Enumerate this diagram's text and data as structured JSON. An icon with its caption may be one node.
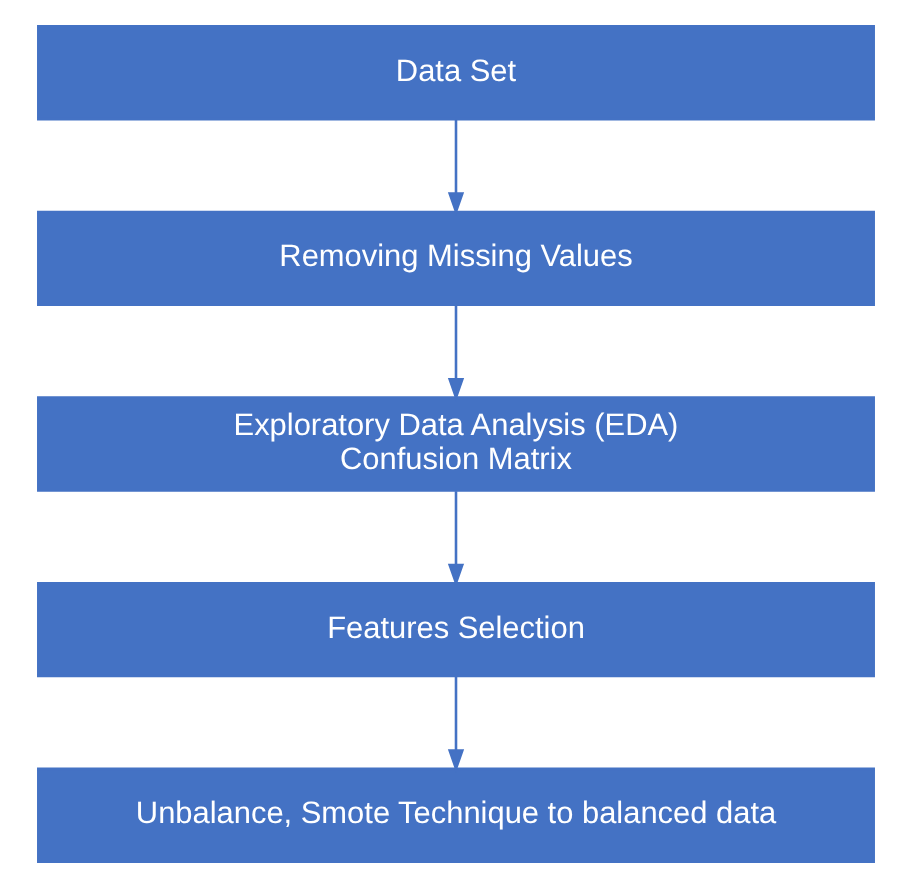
{
  "diagram": {
    "nodes": [
      {
        "text": [
          "Data Set"
        ]
      },
      {
        "text": [
          "Removing Missing Values"
        ]
      },
      {
        "text": [
          "Exploratory Data Analysis (EDA)",
          "Confusion Matrix"
        ]
      },
      {
        "text": [
          "Features Selection"
        ]
      },
      {
        "text": [
          "Unbalance, Smote Technique to balanced data"
        ]
      }
    ],
    "edges": [
      {
        "from": 0,
        "to": 1,
        "arrow": "to"
      },
      {
        "from": 1,
        "to": 2,
        "arrow": "to"
      },
      {
        "from": 2,
        "to": 3,
        "arrow": "to"
      },
      {
        "from": 3,
        "to": 4,
        "arrow": "to"
      }
    ]
  }
}
